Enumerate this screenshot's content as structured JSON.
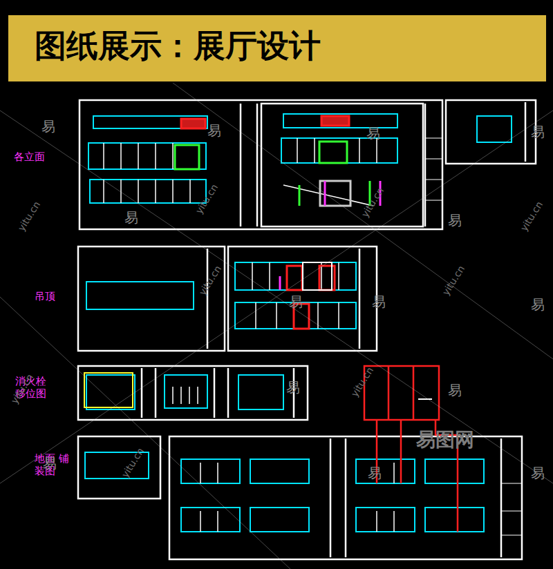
{
  "diagram": {
    "title": "图纸展示：展厅设计",
    "labels": [
      "各立面",
      "吊顶",
      "消火栓 移位图",
      "地面 铺装图",
      "易",
      "易",
      "易",
      "易",
      "易",
      "易",
      "易",
      "易",
      "易",
      "易",
      "易",
      "易",
      "易",
      "易",
      "yitu.cn",
      "yitu.cn",
      "yitu.cn",
      "yitu.cn",
      "yitu.cn",
      "yitu.cn",
      "yitu.cn",
      "yitu.cn",
      "yitu.cn",
      "易图网"
    ]
  }
}
